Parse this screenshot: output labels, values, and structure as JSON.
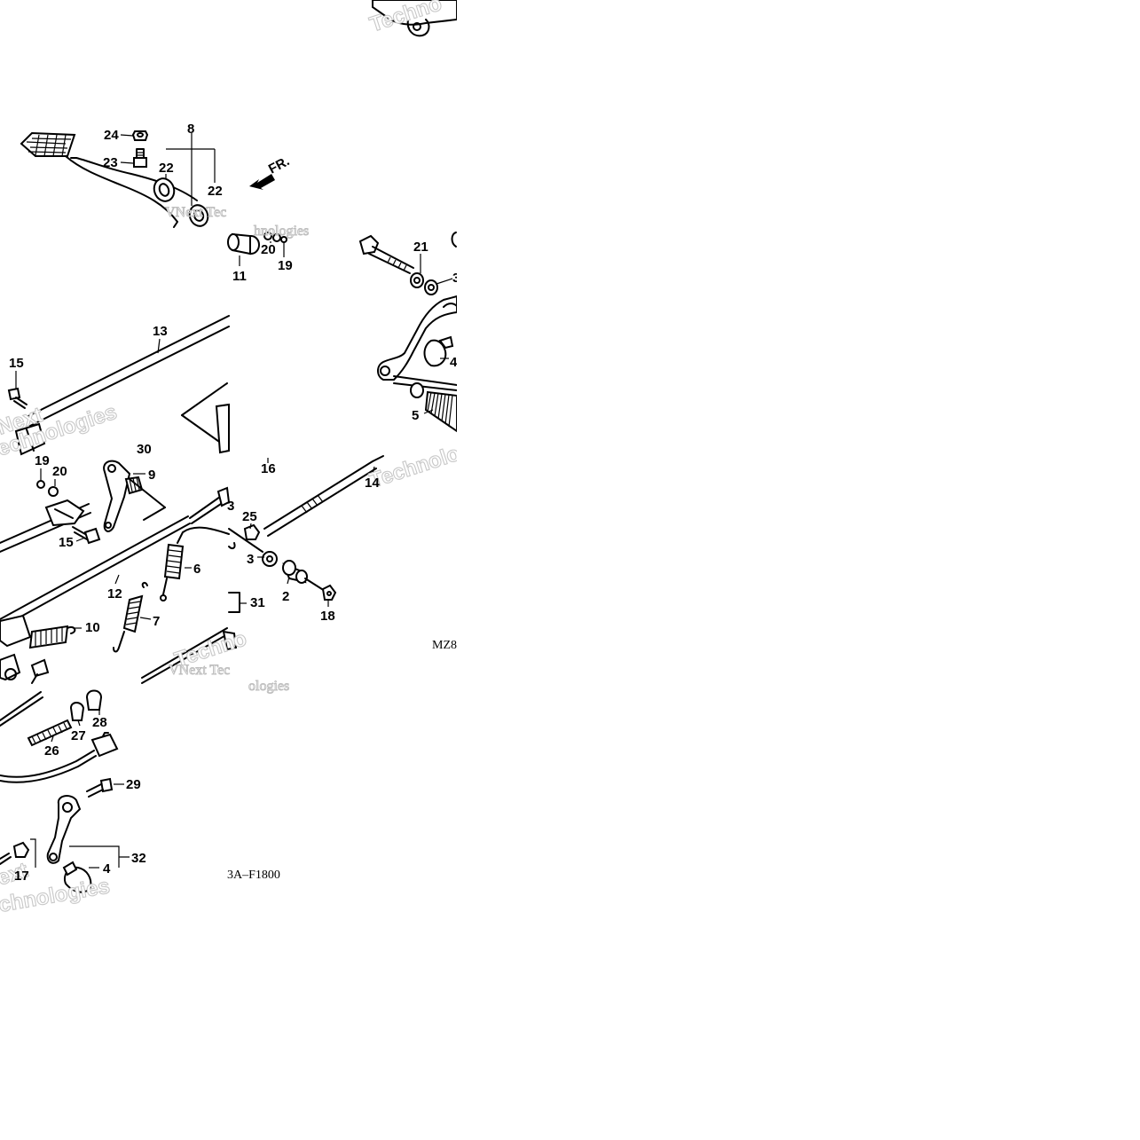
{
  "fr_mark": "FR.",
  "diagram_code_left": "3A–F1800",
  "diagram_code_right": "MZ8",
  "watermarks": [
    "Techno",
    "Next",
    "echnologies",
    "Technologies",
    "VNext Tec",
    "hnologies",
    "Techno",
    "VNext Tec",
    "ologies",
    "ext",
    "chnologies"
  ],
  "callouts": [
    "24",
    "8",
    "23",
    "22",
    "22",
    "20",
    "19",
    "11",
    "21",
    "3",
    "4",
    "5",
    "13",
    "15",
    "30",
    "19",
    "20",
    "9",
    "15",
    "16",
    "14",
    "25",
    "3",
    "3",
    "2",
    "6",
    "12",
    "7",
    "31",
    "18",
    "10",
    "28",
    "27",
    "26",
    "29",
    "32",
    "4",
    "17"
  ]
}
